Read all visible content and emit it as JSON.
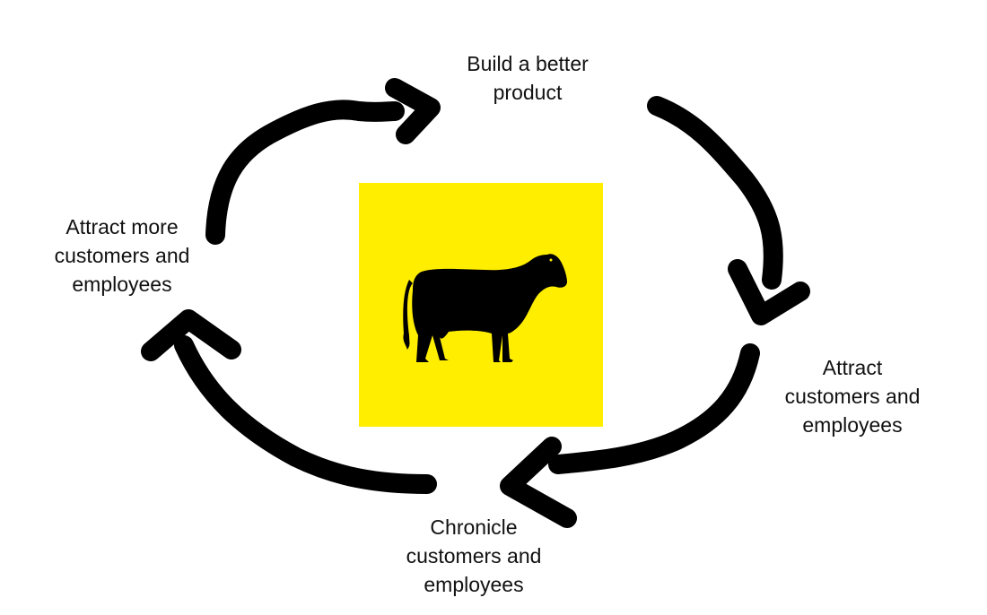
{
  "diagram": {
    "nodes": {
      "top": {
        "lines": [
          "Build a better",
          "product"
        ]
      },
      "right": {
        "lines": [
          "Attract",
          "customers and",
          "employees"
        ]
      },
      "bottom": {
        "lines": [
          "Chronicle",
          "customers and",
          "employees"
        ]
      },
      "left": {
        "lines": [
          "Attract more",
          "customers and",
          "employees"
        ]
      }
    },
    "center_icon": "cow-icon",
    "colors": {
      "arrow": "#000000",
      "center_background": "#FFEE00",
      "cow": "#000000",
      "text": "#111111"
    }
  }
}
